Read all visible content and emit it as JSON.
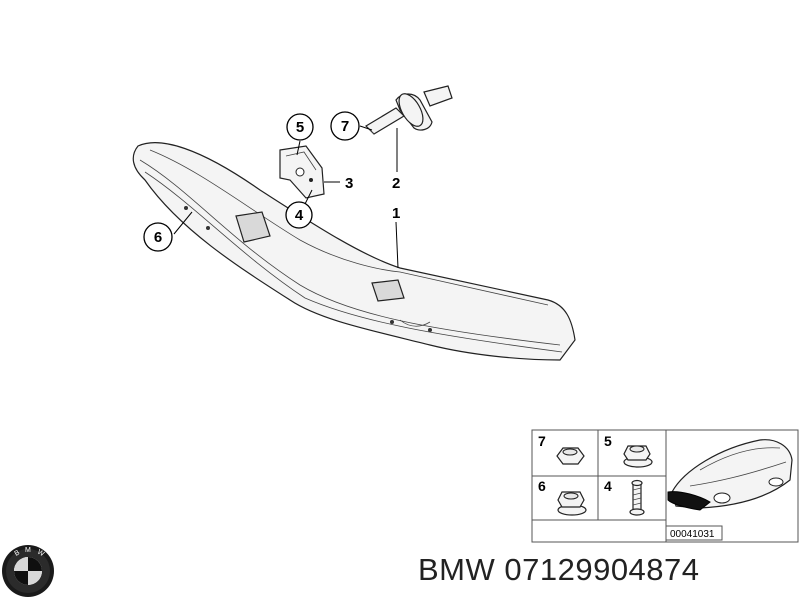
{
  "callouts": [
    "1",
    "2",
    "3",
    "4",
    "5",
    "6",
    "7"
  ],
  "legend": {
    "cells": [
      "7",
      "5",
      "6",
      "4"
    ],
    "ref_number": "00041031"
  },
  "logo": {
    "letters": "BMW"
  },
  "caption": "BMW 07129904874"
}
